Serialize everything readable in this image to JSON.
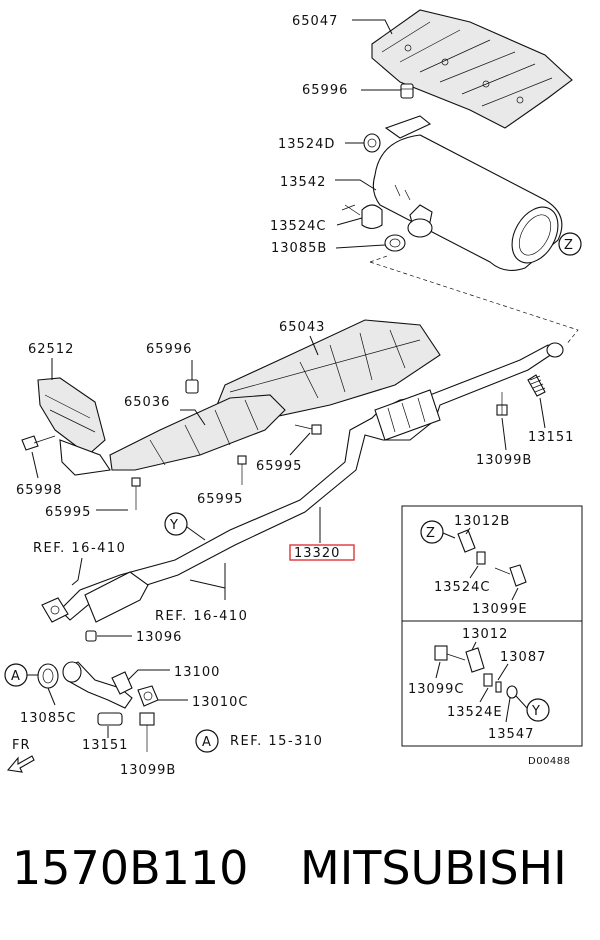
{
  "labels": {
    "p65047": "65047",
    "p65996_top": "65996",
    "p13524D": "13524D",
    "p13542": "13542",
    "p13524C_top": "13524C",
    "p13085B": "13085B",
    "p65043": "65043",
    "p62512": "62512",
    "p65996_mid": "65996",
    "p65036": "65036",
    "p65998": "65998",
    "p65995_a": "65995",
    "p65995_b": "65995",
    "p65995_c": "65995",
    "p13151_right": "13151",
    "p13099B_right": "13099B",
    "p13320": "13320",
    "ref16410_a": "REF. 16-410",
    "ref16410_b": "REF. 16-410",
    "p13096": "13096",
    "p13100": "13100",
    "p13010C": "13010C",
    "p13085C": "13085C",
    "p13151_left": "13151",
    "p13099B_left": "13099B",
    "ref15310": "REF. 15-310",
    "fr": "FR",
    "inset_13012B": "13012B",
    "inset_13524C": "13524C",
    "inset_13099E": "13099E",
    "inset_13012": "13012",
    "inset_13087": "13087",
    "inset_13099C": "13099C",
    "inset_13524E": "13524E",
    "inset_13547": "13547",
    "diagram_code": "D00488"
  },
  "markers": {
    "A": "A",
    "Y": "Y",
    "Z": "Z"
  },
  "footer": {
    "part_number": "1570B110",
    "brand": "MITSUBISHI"
  },
  "highlight": {
    "color": "#e0343a",
    "part": "13320"
  }
}
